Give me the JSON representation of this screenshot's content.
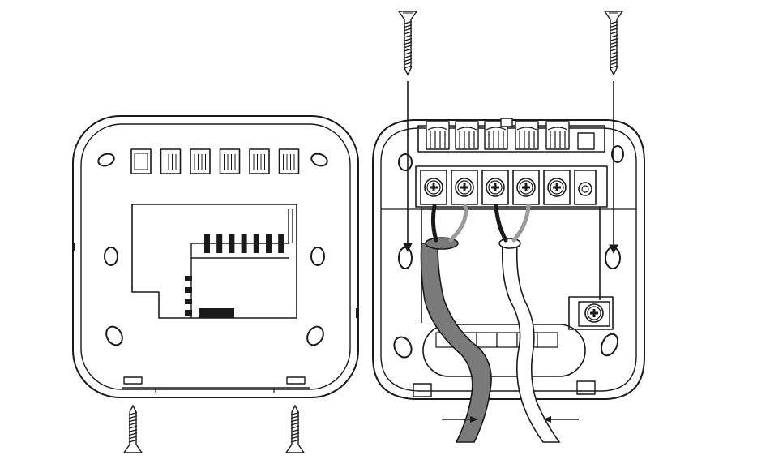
{
  "diagram": {
    "kind": "thermostat-wall-plate-installation",
    "colors": {
      "line": "#1a1a1a",
      "background": "#ffffff",
      "cable_gray": "#7a7a7a",
      "wire_black": "#1a1a1a",
      "wire_gray": "#9a9a9a",
      "terminal_fill": "#ffffff"
    },
    "left_unit": {
      "top_slot_count": 6,
      "pin_count": 7,
      "side_pad_count": 4,
      "bottom_screw_count": 2
    },
    "right_unit": {
      "terminal_screw_count": 5,
      "terminal_extra": "plain-hole",
      "ground_terminal_count": 1,
      "cable_count": 2,
      "top_screw_count": 2,
      "channel_tab_count": 6
    }
  }
}
